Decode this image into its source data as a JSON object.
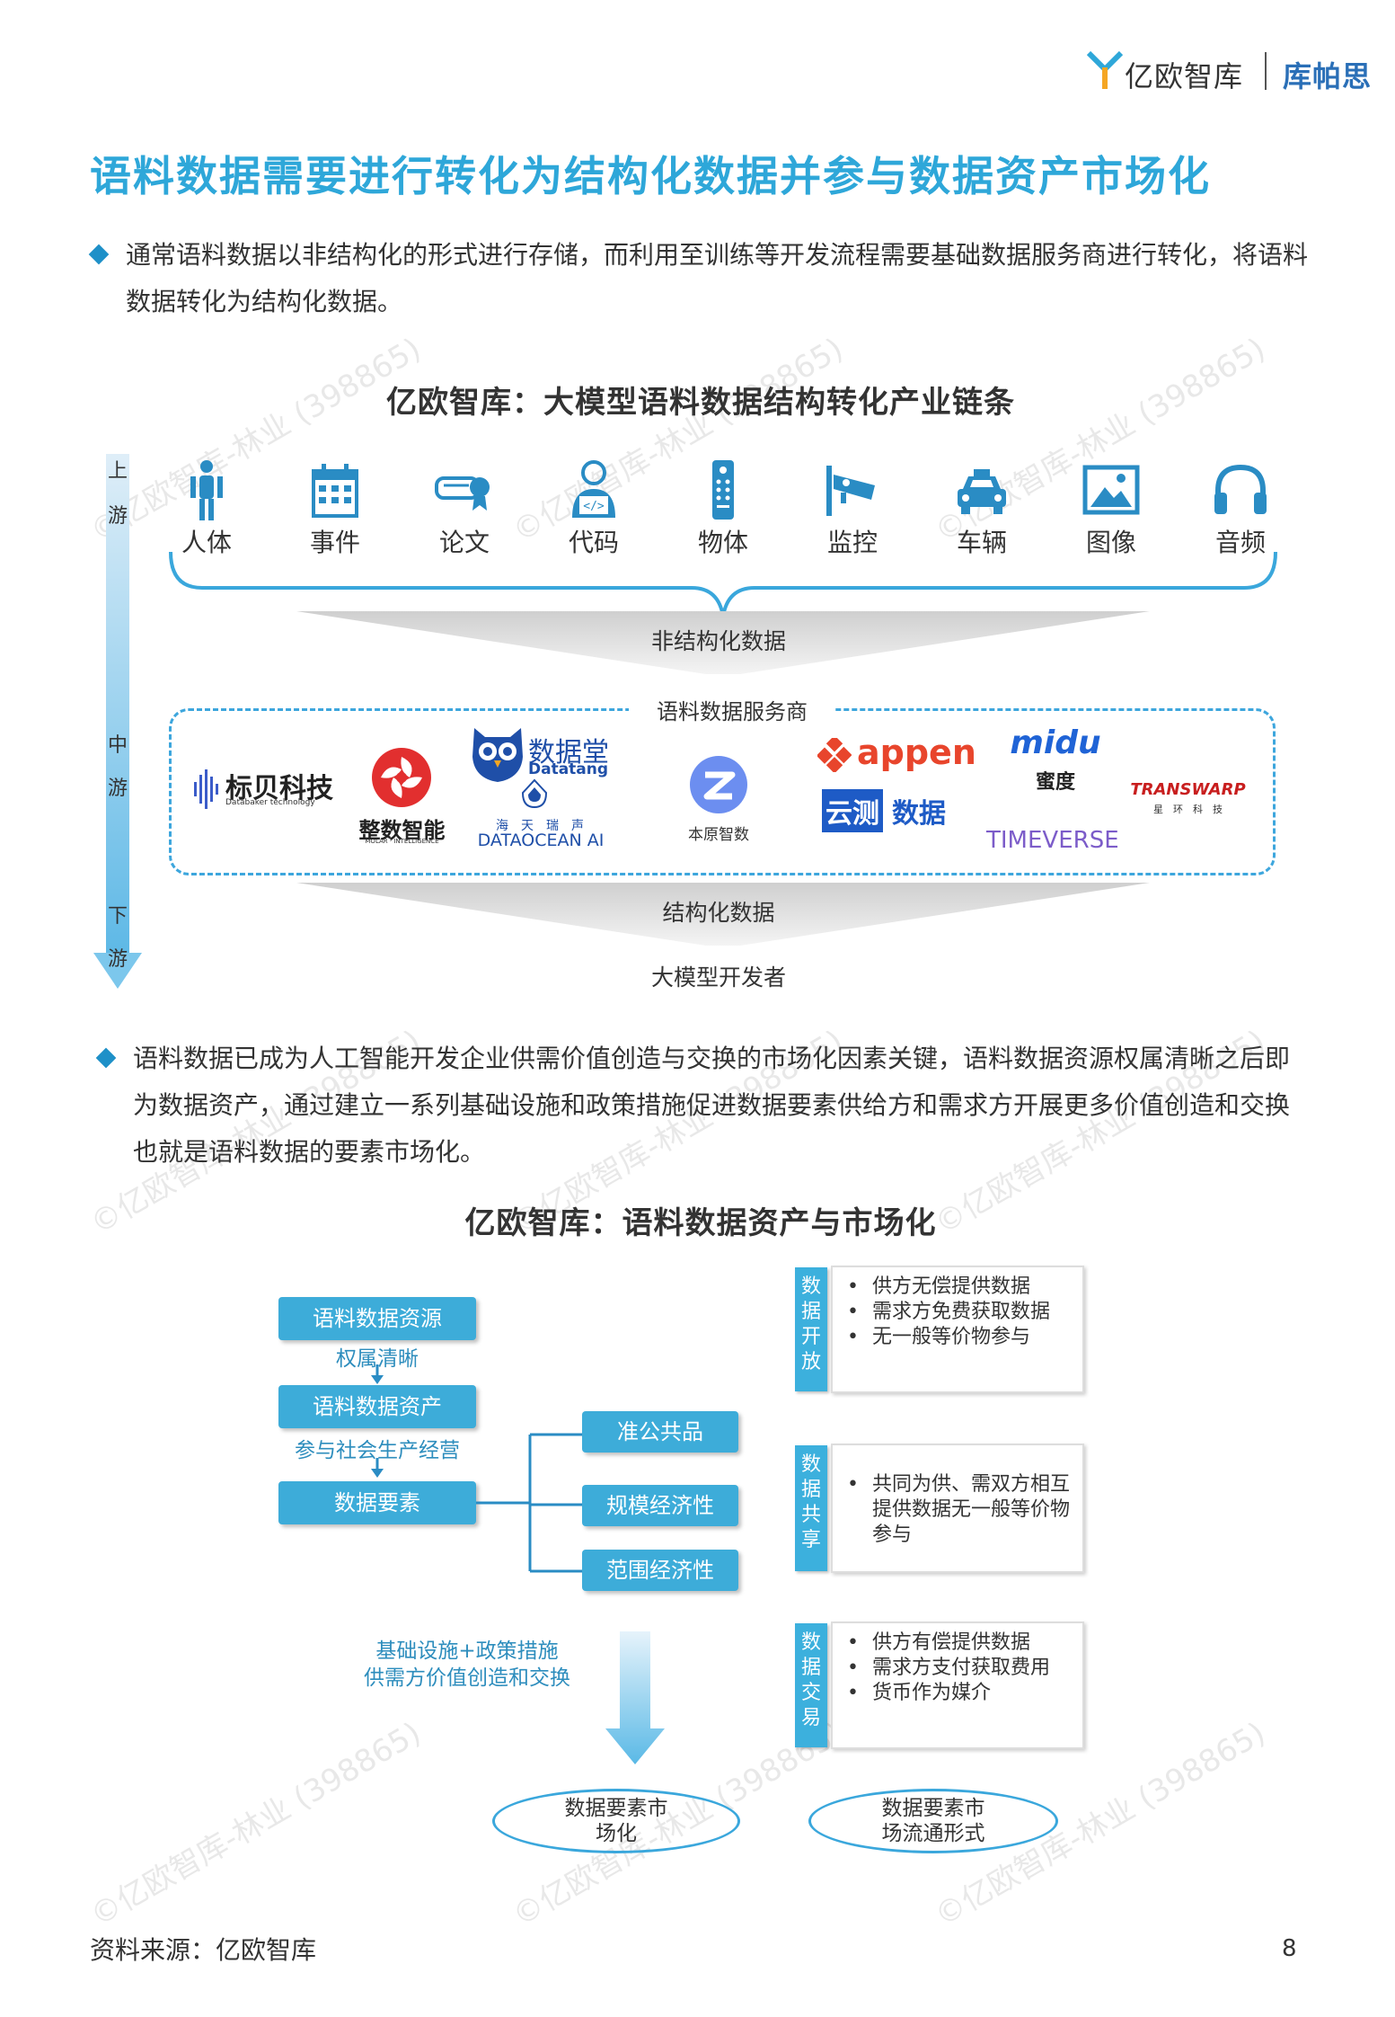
{
  "header": {
    "brand_name": "亿欧智库",
    "partner_name": "库帕思"
  },
  "page_title": "语料数据需要进行转化为结构化数据并参与数据资产市场化",
  "bullet1": "通常语料数据以非结构化的形式进行存储，而利用至训练等开发流程需要基础数据服务商进行转化，将语料数据转化为结构化数据。",
  "figure1": {
    "title": "亿欧智库：大模型语料数据结构转化产业链条",
    "axis": {
      "up_1": "上",
      "up_2": "游",
      "mid_1": "中",
      "mid_2": "游",
      "down_1": "下",
      "down_2": "游"
    },
    "categories": [
      {
        "label": "人体",
        "icon": "human-body-icon"
      },
      {
        "label": "事件",
        "icon": "calendar-icon"
      },
      {
        "label": "论文",
        "icon": "certificate-icon"
      },
      {
        "label": "代码",
        "icon": "coder-icon"
      },
      {
        "label": "物体",
        "icon": "remote-control-icon"
      },
      {
        "label": "监控",
        "icon": "cctv-camera-icon"
      },
      {
        "label": "车辆",
        "icon": "taxi-icon"
      },
      {
        "label": "图像",
        "icon": "image-icon"
      },
      {
        "label": "音频",
        "icon": "headphones-icon"
      }
    ],
    "unstructured_label": "非结构化数据",
    "service_label": "语料数据服务商",
    "structured_label": "结构化数据",
    "developer_label": "大模型开发者",
    "logos": {
      "biaobei": "标贝科技",
      "biaobei_en": "Databaker technology",
      "molar": "整数智能",
      "molar_en": "MOLAR · INTELLIGENCE",
      "datatang_cn": "数据堂",
      "datatang_en": "Datatang",
      "dataocean_cn": "海　天　瑞　声",
      "dataocean_en": "DATAOCEAN AI",
      "benyuan": "本原智数",
      "appen": "appen",
      "yunce_a": "云测",
      "yunce_b": "数据",
      "midu": "midu",
      "midu_cn": "蜜度",
      "timeverse": "TIMEVERSE",
      "transwarp": "TRANSWARP",
      "transwarp_cn": "星　环　科　技"
    }
  },
  "bullet2": "语料数据已成为人工智能开发企业供需价值创造与交换的市场化因素关键，语料数据资源权属清晰之后即为数据资产，通过建立一系列基础设施和政策措施促进数据要素供给方和需求方开展更多价值创造和交换也就是语料数据的要素市场化。",
  "figure2": {
    "title": "亿欧智库：语料数据资产与市场化",
    "flow": {
      "resource": "语料数据资源",
      "step1": "权属清晰",
      "asset": "语料数据资产",
      "step2": "参与社会生产经营",
      "element": "数据要素",
      "branches": [
        "准公共品",
        "规模经济性",
        "范围经济性"
      ],
      "infra_1": "基础设施+政策措施",
      "infra_2": "供需方价值创造和交换",
      "market": "数据要素市场化",
      "forms": "数据要素市场流通形式"
    },
    "markets": [
      {
        "tag": "数据开放",
        "items": [
          "供方无偿提供数据",
          "需求方免费获取数据",
          "无一般等价物参与"
        ]
      },
      {
        "tag": "数据共享",
        "items": [
          "共同为供、需双方相互提供数据无一般等价物参与"
        ]
      },
      {
        "tag": "数据交易",
        "items": [
          "供方有偿提供数据",
          "需求方支付获取费用",
          "货币作为媒介"
        ]
      }
    ]
  },
  "watermark": "©亿欧智库-林业 (398865)",
  "source": "资料来源：亿欧智库",
  "page_number": "8"
}
